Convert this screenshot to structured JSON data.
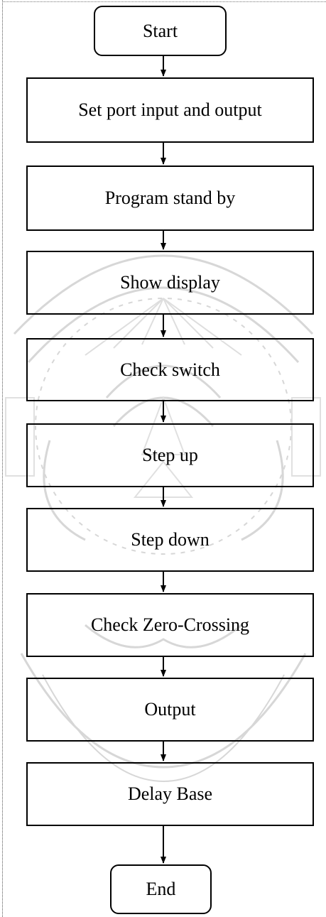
{
  "flowchart": {
    "start": "Start",
    "steps": [
      "Set port input and output",
      "Program stand by",
      "Show display",
      "Check switch",
      "Step up",
      "Step down",
      "Check Zero-Crossing",
      "Output",
      "Delay Base"
    ],
    "end": "End"
  }
}
